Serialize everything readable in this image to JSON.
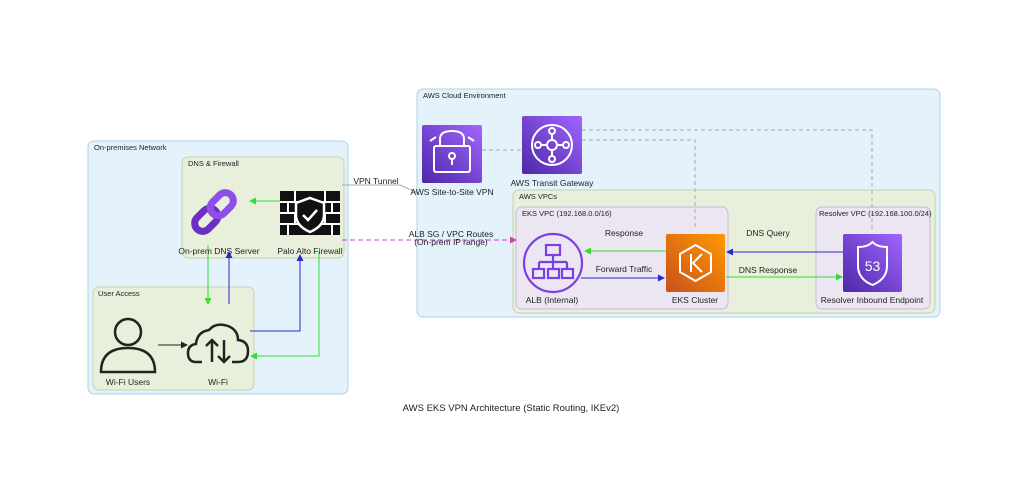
{
  "title": "AWS EKS VPN Architecture (Static Routing, IKEv2)",
  "clusters": {
    "onprem": "On-premises Network",
    "dns_fw": "DNS & Firewall",
    "user_access": "User Access",
    "aws_cloud": "AWS Cloud Environment",
    "aws_vpcs": "AWS VPCs",
    "eks_vpc": "EKS VPC (192.168.0.0/16)",
    "resolver_vpc": "Resolver VPC (192.168.100.0/24)"
  },
  "nodes": {
    "dns_server": "On-prem DNS Server",
    "firewall": "Palo Alto Firewall",
    "wifi_users": "Wi-Fi Users",
    "wifi": "Wi-Fi",
    "s2s_vpn": "AWS Site-to-Site VPN",
    "tgw": "AWS Transit Gateway",
    "alb": "ALB (Internal)",
    "eks": "EKS Cluster",
    "resolver": "Resolver Inbound Endpoint",
    "resolver_badge": "53"
  },
  "edges": {
    "vpn_tunnel": "VPN Tunnel",
    "alb_routes_1": "ALB SG / VPC Routes",
    "alb_routes_2": "(On-prem IP range)",
    "response": "Response",
    "forward": "Forward Traffic",
    "dns_query": "DNS Query",
    "dns_response": "DNS Response"
  },
  "colors": {
    "onprem_fill": "#e3f2fb",
    "onprem_stroke": "#aed2e6",
    "inner_fill": "#e8f0dc",
    "inner_stroke": "#c5d2b2",
    "vpc_fill": "#ece6f3",
    "vpc_stroke": "#c6bad6",
    "aws_purple": "#7b3fe4",
    "eks_orange": "#f07c11",
    "blue_edge": "#2a2acc",
    "green_edge": "#33dd33",
    "magenta_edge": "#cc44cc",
    "gray_edge": "#aaaaaa"
  },
  "icons": {
    "dns_server": "chain-link-icon",
    "firewall": "firewall-shield-icon",
    "wifi_users": "user-icon",
    "wifi": "cloud-upload-download-icon",
    "s2s_vpn": "lock-icon",
    "tgw": "transit-gateway-icon",
    "alb": "load-balancer-icon",
    "eks": "kubernetes-icon",
    "resolver": "route53-shield-icon"
  }
}
